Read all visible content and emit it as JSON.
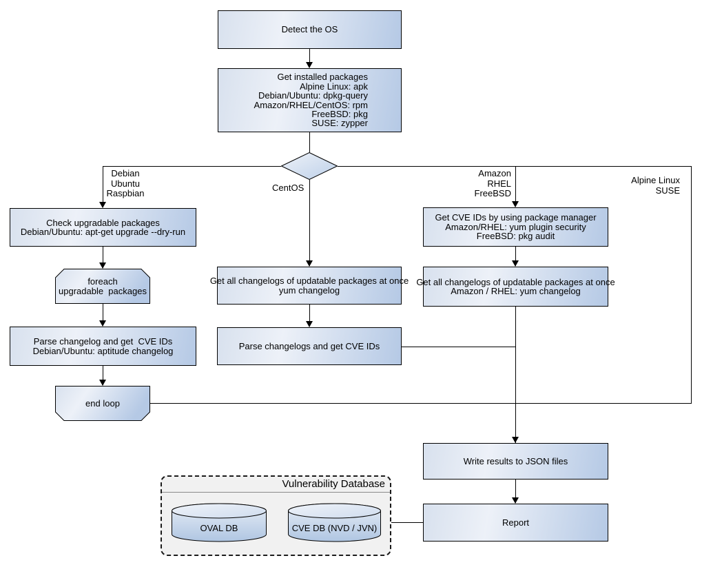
{
  "nodes": {
    "detect_os": {
      "lines": [
        "Detect the OS"
      ]
    },
    "get_installed_packages": {
      "lines": [
        "Get installed packages",
        "Alpine Linux: apk",
        "Debian/Ubuntu: dpkg-query",
        "Amazon/RHEL/CentOS: rpm",
        "FreeBSD: pkg",
        "SUSE: zypper"
      ]
    },
    "check_upgradable": {
      "lines": [
        "Check upgradable packages",
        "Debian/Ubuntu: apt-get upgrade --dry-run"
      ]
    },
    "foreach_loop": {
      "lines": [
        "foreach",
        "upgradable  packages"
      ]
    },
    "parse_changelog_deb": {
      "lines": [
        "Parse changelog and get  CVE IDs",
        "Debian/Ubuntu: aptitude changelog"
      ]
    },
    "end_loop": {
      "lines": [
        "end loop"
      ]
    },
    "get_changelogs_centos": {
      "lines": [
        "Get all changelogs of updatable packages at once",
        "yum changelog"
      ]
    },
    "parse_changelogs_centos": {
      "lines": [
        "Parse changelogs and get CVE IDs"
      ]
    },
    "get_cve_ids_pkg_mgr": {
      "lines": [
        "Get CVE IDs by using package manager",
        "Amazon/RHEL: yum plugin security",
        "FreeBSD: pkg audit"
      ]
    },
    "get_changelogs_amazon": {
      "lines": [
        "Get all changelogs of updatable packages at once",
        "Amazon / RHEL: yum changelog"
      ]
    },
    "write_results": {
      "lines": [
        "Write results to JSON files"
      ]
    },
    "report": {
      "lines": [
        "Report"
      ]
    }
  },
  "edge_labels": {
    "debian_branch": [
      "Debian",
      "Ubuntu",
      "Raspbian"
    ],
    "centos_branch": [
      "CentOS"
    ],
    "amazon_branch": [
      "Amazon",
      "RHEL",
      "FreeBSD"
    ],
    "alpine_branch": [
      "Alpine Linux",
      "SUSE"
    ]
  },
  "database": {
    "title": "Vulnerability Database",
    "cylinders": [
      "OVAL DB",
      "CVE DB (NVD / JVN)"
    ]
  },
  "colors": {
    "node_fill_light": "#edf1f8",
    "node_fill_dark": "#b5c9e5",
    "node_border": "#000000",
    "db_panel_fill": "#f1f1f1",
    "background": "#ffffff"
  }
}
